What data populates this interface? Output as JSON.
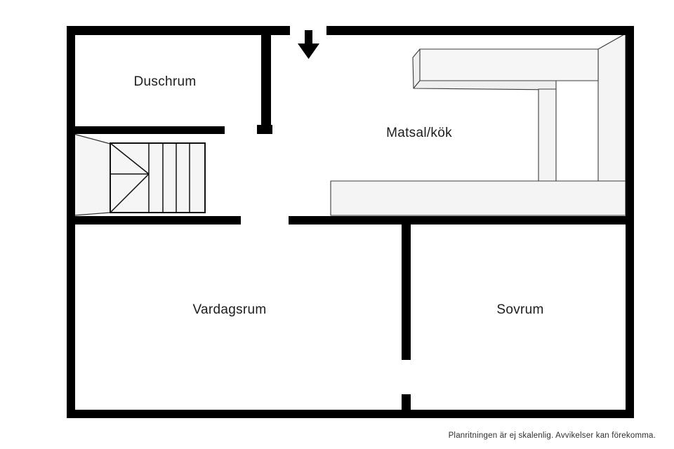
{
  "plan": {
    "rooms": [
      {
        "name": "duschrum",
        "label": "Duschrum"
      },
      {
        "name": "matsal-kok",
        "label": "Matsal/kök"
      },
      {
        "name": "vardagsrum",
        "label": "Vardagsrum"
      },
      {
        "name": "sovrum",
        "label": "Sovrum"
      }
    ],
    "entrance": {
      "icon": "down-arrow-icon"
    },
    "fixtures": {
      "stairs": "winder-staircase",
      "kitchen": "l-shaped-counter-and-island"
    },
    "disclaimer": "Planritningen är ej skalenlig. Avvikelser kan förekomma.",
    "colors": {
      "wall": "#000000",
      "fixture_fill": "#f4f4f4",
      "fixture_line": "#333333",
      "label_text": "#1c1c1c",
      "disclaimer_text": "#2e2e2e",
      "background": "#ffffff"
    }
  }
}
